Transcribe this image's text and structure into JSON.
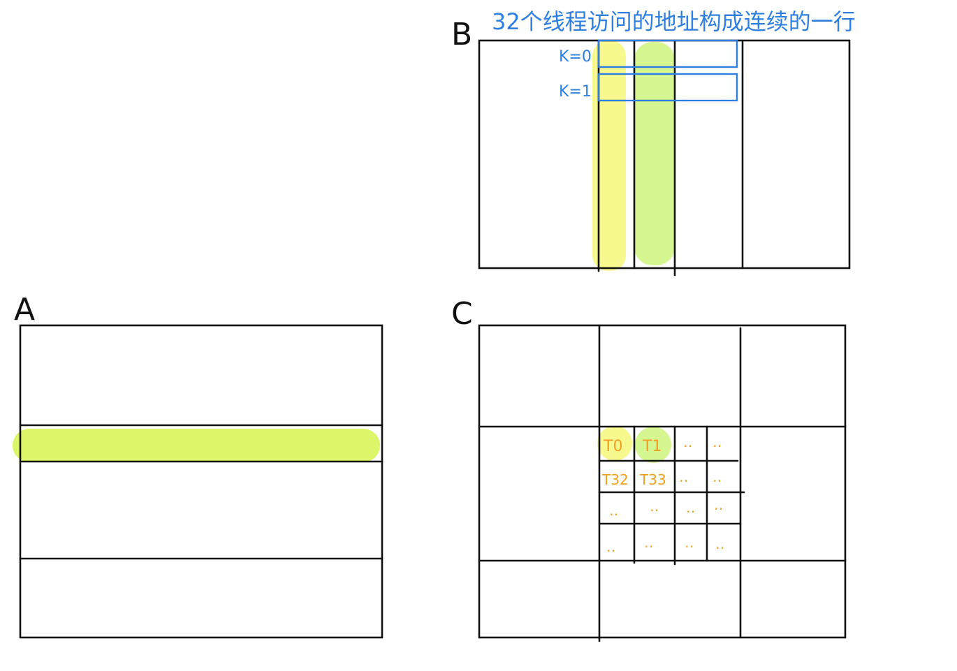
{
  "labels": {
    "a": "A",
    "b": "B",
    "c": "C"
  },
  "annotation": {
    "title": "32个线程访问的地址构成连续的一行",
    "k0": "K=0",
    "k1": "K=1"
  },
  "threads": {
    "t0": "T0",
    "t1": "T1",
    "t32": "T32",
    "t33": "T33",
    "dots": "‥"
  },
  "colors": {
    "ink": "#111111",
    "blue": "#2f7fe0",
    "orange": "#f0a020",
    "yellow": "#f6f77a",
    "green": "#cff57e",
    "lime": "#d8f55a"
  }
}
